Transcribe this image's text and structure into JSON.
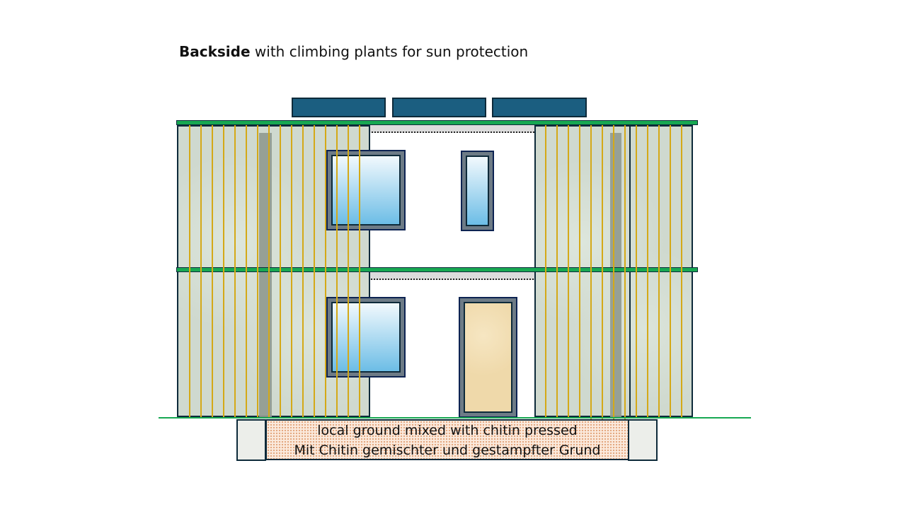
{
  "title": {
    "bold": "Backside",
    "rest": " with climbing plants for sun protection"
  },
  "foundation": {
    "line1": "local ground mixed with chitin  pressed",
    "line2": "Mit Chitin gemischter und gestampfter Grund"
  },
  "colors": {
    "panel": "#1b5e80",
    "roof": "#17a852",
    "plant": "#d4a917",
    "ground": "#17a852"
  }
}
